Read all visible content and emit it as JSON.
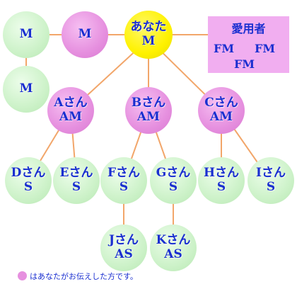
{
  "nodes": [
    {
      "id": "m1",
      "l1": "M",
      "l2": ""
    },
    {
      "id": "m2",
      "l1": "M",
      "l2": ""
    },
    {
      "id": "m3",
      "l1": "M",
      "l2": ""
    },
    {
      "id": "you",
      "l1": "あなた",
      "l2": "M"
    },
    {
      "id": "a",
      "l1": "Aさん",
      "l2": "AM"
    },
    {
      "id": "b",
      "l1": "Bさん",
      "l2": "AM"
    },
    {
      "id": "c",
      "l1": "Cさん",
      "l2": "AM"
    },
    {
      "id": "d",
      "l1": "Dさん",
      "l2": "S"
    },
    {
      "id": "e",
      "l1": "Eさん",
      "l2": "S"
    },
    {
      "id": "f",
      "l1": "Fさん",
      "l2": "S"
    },
    {
      "id": "g",
      "l1": "Gさん",
      "l2": "S"
    },
    {
      "id": "h",
      "l1": "Hさん",
      "l2": "S"
    },
    {
      "id": "i",
      "l1": "Iさん",
      "l2": "S"
    },
    {
      "id": "j",
      "l1": "Jさん",
      "l2": "AS"
    },
    {
      "id": "k",
      "l1": "Kさん",
      "l2": "AS"
    }
  ],
  "box": {
    "title": "愛用者",
    "fm1": "FM",
    "fm2": "FM",
    "fm3": "FM"
  },
  "legend": {
    "text": "はあなたがお伝えした方です。"
  },
  "colors": {
    "line": "#f2a66a",
    "text": "#1a2fd0",
    "green": "#cdf2c9",
    "pink": "#e690df",
    "yellow": "#fff200"
  }
}
